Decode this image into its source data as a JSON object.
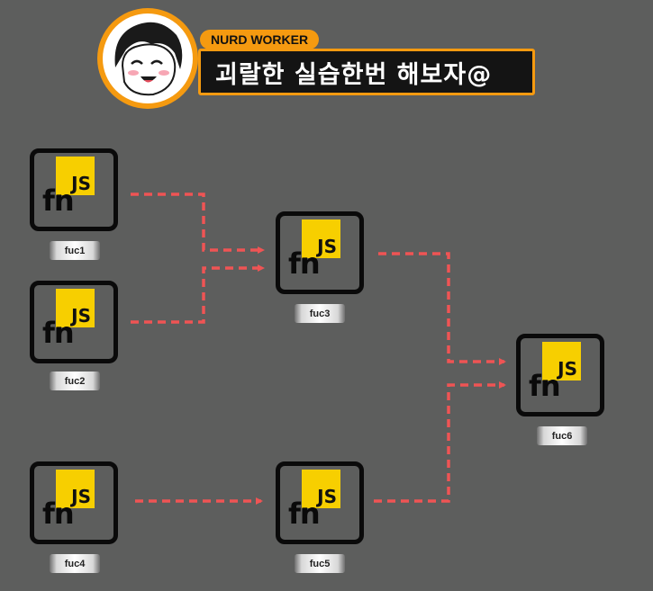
{
  "header": {
    "tag": "NURD WORKER",
    "title": "괴랄한 실습한번 해보자@"
  },
  "colors": {
    "background": "#5d5e5d",
    "accent": "#f59a10",
    "js_badge": "#f7cf00",
    "connector": "#ef5454",
    "border": "#0a0a0a"
  },
  "node_icon": {
    "badge": "JS",
    "symbol": "fn",
    "icon": "js-function-icon"
  },
  "nodes": [
    {
      "id": "fuc1",
      "label": "fuc1"
    },
    {
      "id": "fuc2",
      "label": "fuc2"
    },
    {
      "id": "fuc3",
      "label": "fuc3"
    },
    {
      "id": "fuc4",
      "label": "fuc4"
    },
    {
      "id": "fuc5",
      "label": "fuc5"
    },
    {
      "id": "fuc6",
      "label": "fuc6"
    }
  ],
  "edges": [
    {
      "from": "fuc1",
      "to": "fuc3"
    },
    {
      "from": "fuc2",
      "to": "fuc3"
    },
    {
      "from": "fuc3",
      "to": "fuc6"
    },
    {
      "from": "fuc4",
      "to": "fuc5"
    },
    {
      "from": "fuc5",
      "to": "fuc6"
    }
  ]
}
